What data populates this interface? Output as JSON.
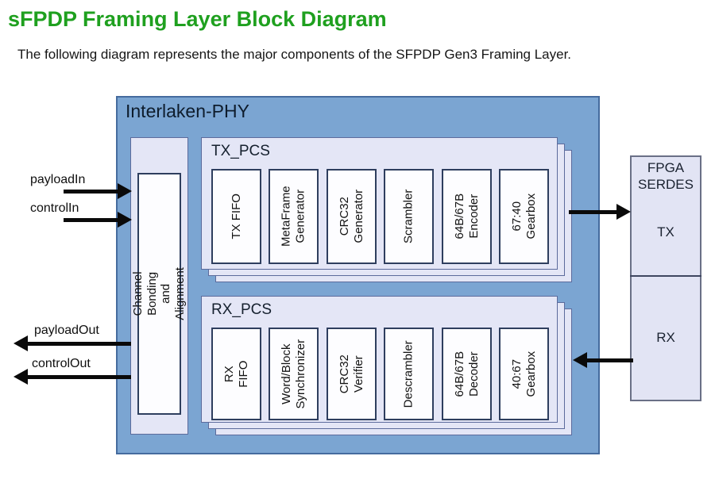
{
  "page": {
    "title": "sFPDP Framing Layer Block Diagram",
    "subtitle": "The following diagram represents the major components of the SFPDP Gen3 Framing Layer."
  },
  "colors": {
    "title_green": "#1fa01f",
    "phy_fill": "#7ba5d2",
    "phy_border": "#456b9e",
    "panel_fill": "#e4e6f6",
    "panel_border": "#5c6b9c",
    "block_fill": "#fdfdff",
    "block_border": "#2e3e5e",
    "serdes_fill": "#e2e4f4",
    "arrow_black": "#0a0a0a"
  },
  "diagram": {
    "phy_label": "Interlaken-PHY",
    "channel_bonding": {
      "label": "Channel Bonding and Alignment"
    },
    "tx_pcs": {
      "label": "TX_PCS",
      "blocks": [
        "TX FIFO",
        "MetaFrame\nGenerator",
        "CRC32\nGenerator",
        "Scrambler",
        "64B/67B\nEncoder",
        "67:40\nGearbox"
      ]
    },
    "rx_pcs": {
      "label": "RX_PCS",
      "blocks": [
        "RX FIFO",
        "Word/Block\nSynchronizer",
        "CRC32\nVerifier",
        "Descrambler",
        "64B/67B\nDecoder",
        "40:67\nGearbox"
      ]
    },
    "fpga_serdes": {
      "title": "FPGA\nSERDES",
      "tx": "TX",
      "rx": "RX"
    },
    "signals": {
      "in": [
        "payloadIn",
        "controlIn"
      ],
      "out": [
        "payloadOut",
        "controlOut"
      ]
    }
  }
}
